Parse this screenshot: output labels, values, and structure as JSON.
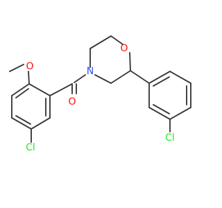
{
  "molecule": {
    "atoms": {
      "o_ring": "O",
      "o_carbonyl": "O",
      "o_methoxy": "O",
      "cl_phenyl": "Cl",
      "cl_benzoyl": "Cl",
      "n_ring": "N"
    },
    "colors": {
      "bond": "#3a3a3a",
      "oxygen": "#ff0d0d",
      "nitrogen": "#3050f8",
      "chlorine": "#1ff01f"
    }
  }
}
